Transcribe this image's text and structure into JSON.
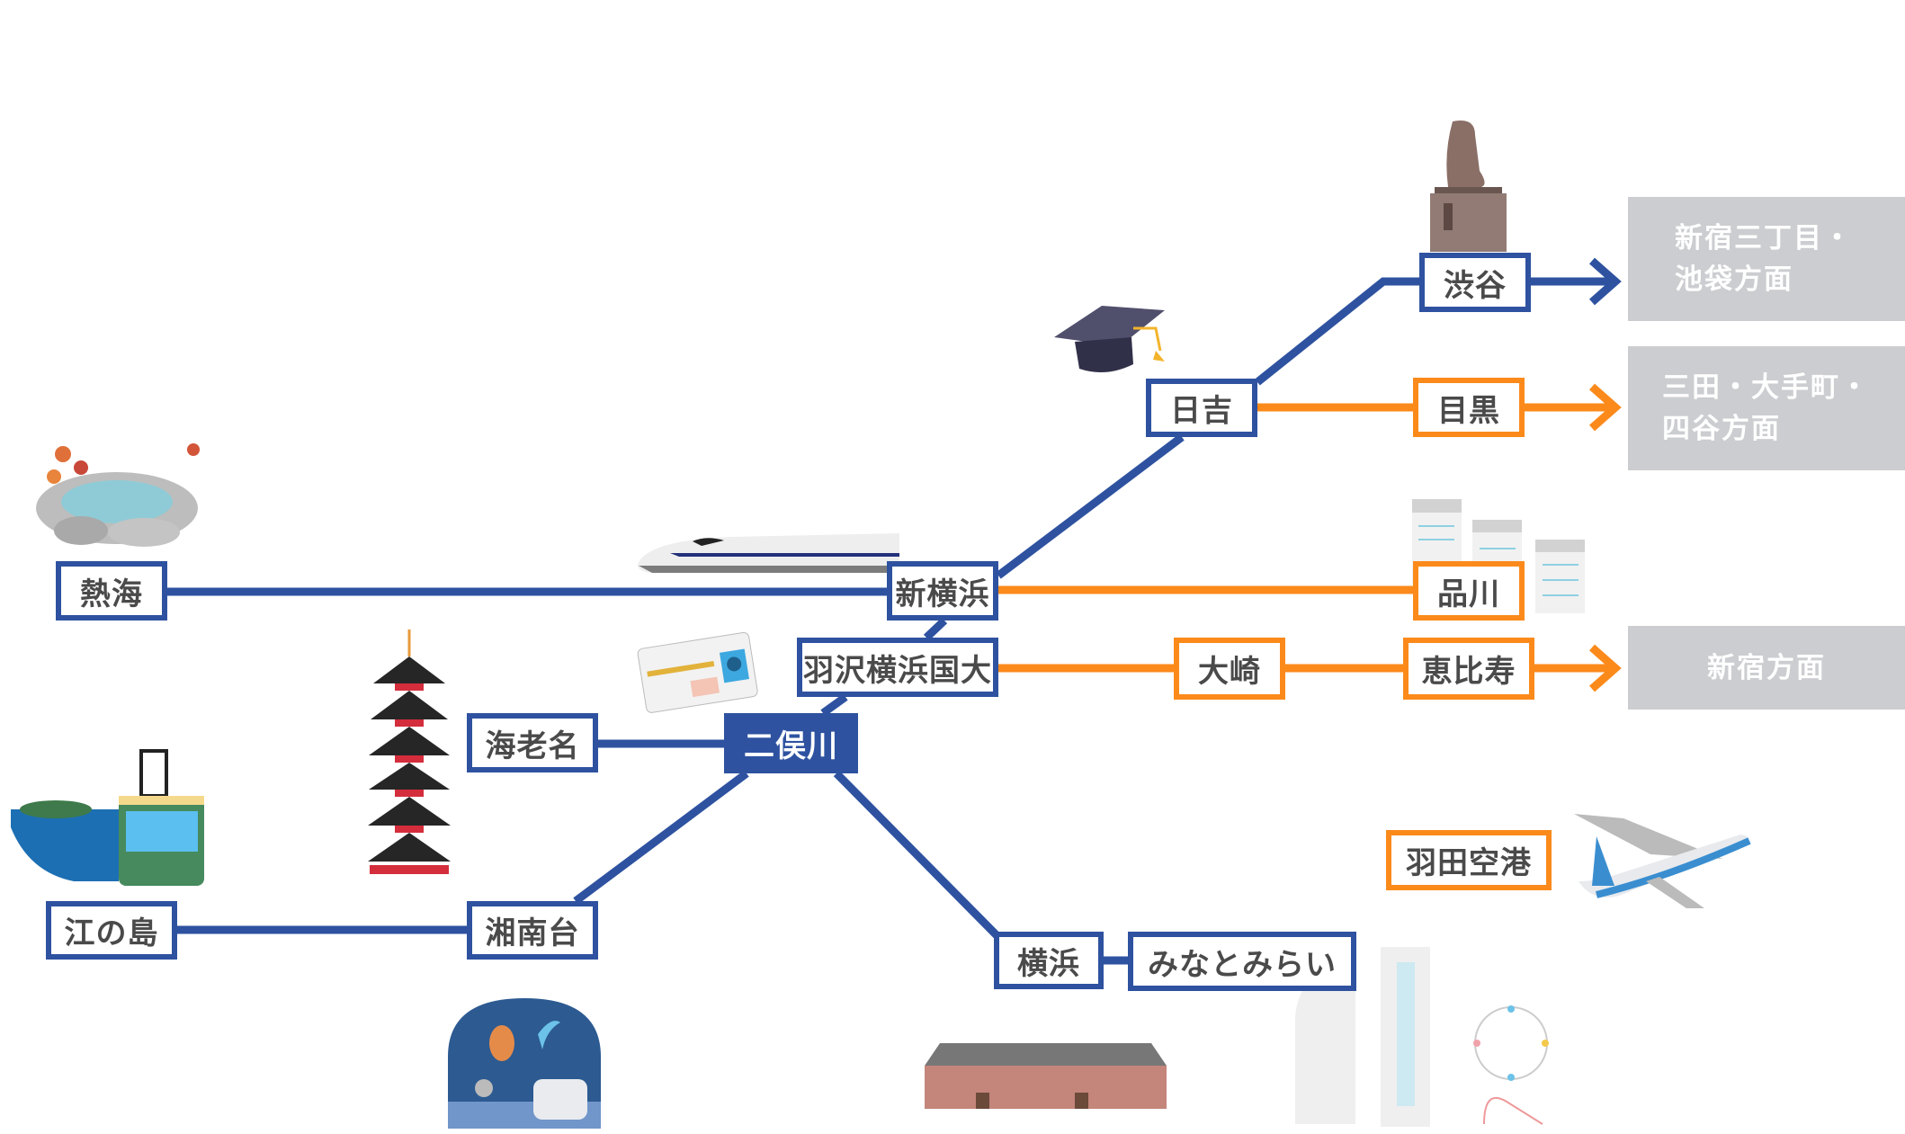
{
  "colors": {
    "blue_line": "#2e52a0",
    "orange_line": "#fb8a1b",
    "destination_bg": "#cccdd0",
    "label_text": "#4a4a4a"
  },
  "stations": {
    "atami": "熱海",
    "shin_yokohama": "新横浜",
    "hazawa": "羽沢横浜国大",
    "futamatagawa": "二俣川",
    "ebina": "海老名",
    "shonandai": "湘南台",
    "enoshima": "江の島",
    "yokohama": "横浜",
    "minatomirai": "みなとみらい",
    "hiyoshi": "日吉",
    "shibuya": "渋谷",
    "meguro": "目黒",
    "shinagawa": "品川",
    "osaki": "大崎",
    "ebisu": "恵比寿",
    "haneda": "羽田空港"
  },
  "destinations": {
    "shinjuku_sanchome_line1": "新宿三丁目・",
    "shinjuku_sanchome_line2": "池袋方面",
    "mita_line1": "三田・大手町・",
    "mita_line2": "四谷方面",
    "shinjuku": "新宿方面"
  },
  "illustrations": [
    "hot-spring",
    "shinkansen",
    "drivers-license",
    "five-story-pagoda",
    "enoden-train",
    "planetarium",
    "red-brick-warehouse",
    "landmark-tower",
    "ferris-wheel",
    "graduation-cap",
    "hachiko-statue",
    "office-documents",
    "airplane"
  ]
}
